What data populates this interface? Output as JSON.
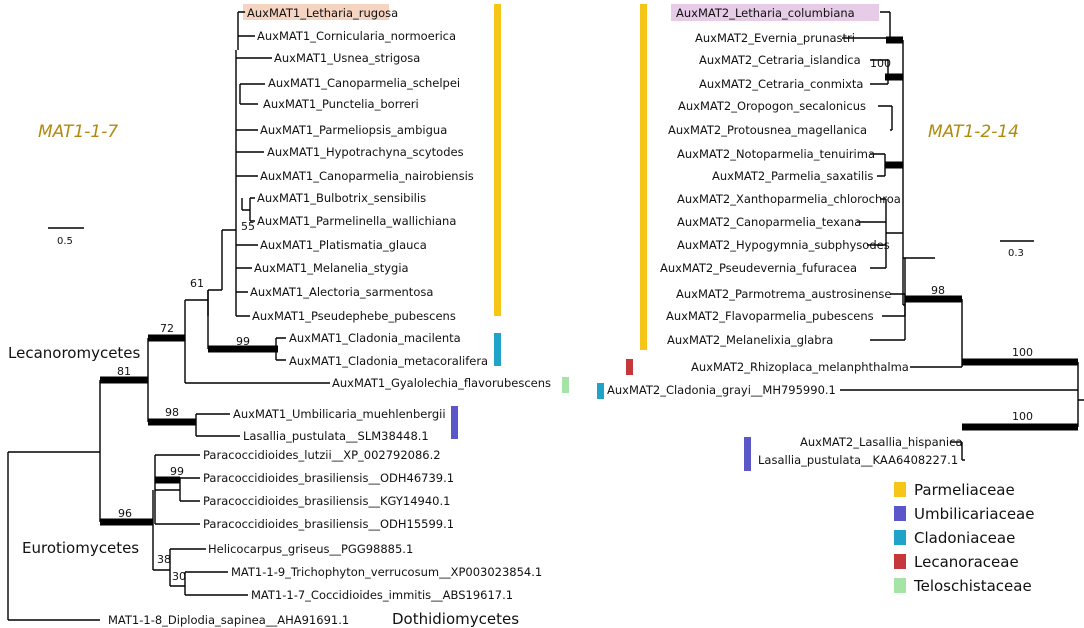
{
  "left_tree": {
    "gene_label": "MAT1-1-7",
    "scale_label": "0.5",
    "tips": [
      {
        "label": "AuxMAT1_Letharia_rugosa",
        "highlight": "#f6d4c2"
      },
      {
        "label": "AuxMAT1_Cornicularia_normoerica"
      },
      {
        "label": "AuxMAT1_Usnea_strigosa"
      },
      {
        "label": "AuxMAT1_Canoparmelia_schelpei"
      },
      {
        "label": "AuxMAT1_Punctelia_borreri"
      },
      {
        "label": "AuxMAT1_Parmeliopsis_ambigua"
      },
      {
        "label": "AuxMAT1_Hypotrachyna_scytodes"
      },
      {
        "label": "AuxMAT1_Canoparmelia_nairobiensis"
      },
      {
        "label": "AuxMAT1_Bulbotrix_sensibilis"
      },
      {
        "label": "AuxMAT1_Parmelinella_wallichiana"
      },
      {
        "label": "AuxMAT1_Platismatia_glauca"
      },
      {
        "label": "AuxMAT1_Melanelia_stygia"
      },
      {
        "label": "AuxMAT1_Alectoria_sarmentosa"
      },
      {
        "label": "AuxMAT1_Pseudephebe_pubescens"
      },
      {
        "label": "AuxMAT1_Cladonia_macilenta"
      },
      {
        "label": "AuxMAT1_Cladonia_metacoralifera"
      },
      {
        "label": "AuxMAT1_Gyalolechia_flavorubescens"
      },
      {
        "label": "AuxMAT1_Umbilicaria_muehlenbergii"
      },
      {
        "label": "Lasallia_pustulata__SLM38448.1"
      },
      {
        "label": "Paracoccidioides_lutzii__XP_002792086.2"
      },
      {
        "label": "Paracoccidioides_brasiliensis__ODH46739.1"
      },
      {
        "label": "Paracoccidioides_brasiliensis__KGY14940.1"
      },
      {
        "label": "Paracoccidioides_brasiliensis__ODH15599.1"
      },
      {
        "label": "Helicocarpus_griseus__PGG98885.1"
      },
      {
        "label": "MAT1-1-9_Trichophyton_verrucosum__XP003023854.1"
      },
      {
        "label": "MAT1-1-7_Coccidioides_immitis__ABS19617.1"
      },
      {
        "label": "MAT1-1-8_Diplodia_sapinea__AHA91691.1"
      }
    ],
    "supports": [
      "55",
      "61",
      "72",
      "99",
      "81",
      "98",
      "99",
      "96",
      "38",
      "30"
    ],
    "class_labels": {
      "lecanoromycetes": "Lecanoromycetes",
      "eurotiomycetes": "Eurotiomycetes",
      "dothidiomycetes": "Dothidiomycetes"
    }
  },
  "right_tree": {
    "gene_label": "MAT1-2-14",
    "scale_label": "0.3",
    "tips": [
      {
        "label": "AuxMAT2_Letharia_columbiana",
        "highlight": "#e6cce6"
      },
      {
        "label": "AuxMAT2_Evernia_prunastri"
      },
      {
        "label": "AuxMAT2_Cetraria_islandica"
      },
      {
        "label": "AuxMAT2_Cetraria_conmixta"
      },
      {
        "label": "AuxMAT2_Oropogon_secalonicus"
      },
      {
        "label": "AuxMAT2_Protousnea_magellanica"
      },
      {
        "label": "AuxMAT2_Notoparmelia_tenuirima"
      },
      {
        "label": "AuxMAT2_Parmelia_saxatilis"
      },
      {
        "label": "AuxMAT2_Xanthoparmelia_chlorochroa"
      },
      {
        "label": "AuxMAT2_Canoparmelia_texana"
      },
      {
        "label": "AuxMAT2_Hypogymnia_subphysodes"
      },
      {
        "label": "AuxMAT2_Pseudevernia_fufuracea"
      },
      {
        "label": "AuxMAT2_Parmotrema_austrosinense"
      },
      {
        "label": "AuxMAT2_Flavoparmelia_pubescens"
      },
      {
        "label": "AuxMAT2_Melanelixia_glabra"
      },
      {
        "label": "AuxMAT2_Rhizoplaca_melanphthalma"
      },
      {
        "label": "AuxMAT2_Cladonia_grayi__MH795990.1"
      },
      {
        "label": "AuxMAT2_Lasallia_hispanica"
      },
      {
        "label": "Lasallia_pustulata__KAA6408227.1"
      }
    ],
    "supports": [
      "100",
      "98",
      "100",
      "100"
    ]
  },
  "legend": [
    {
      "label": "Parmeliaceae",
      "color": "#f5c518"
    },
    {
      "label": "Umbilicariaceae",
      "color": "#5b57c9"
    },
    {
      "label": "Cladoniaceae",
      "color": "#1fa3c8"
    },
    {
      "label": "Lecanoraceae",
      "color": "#c6373c"
    },
    {
      "label": "Teloschistaceae",
      "color": "#a6e3a6"
    }
  ],
  "colors": {
    "gene_label": "#b08a0f",
    "parmeliaceae": "#f5c518",
    "umbilicariaceae": "#5b57c9",
    "cladoniaceae": "#1fa3c8",
    "lecanoraceae": "#c6373c",
    "teloschistaceae": "#a6e3a6"
  }
}
